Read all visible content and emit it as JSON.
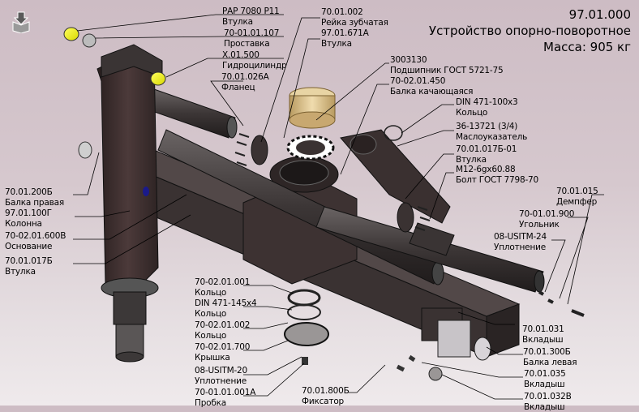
{
  "title_block": {
    "code": "97.01.000",
    "name": "Устройство опорно-поворотное",
    "mass": "Масса: 905 кг"
  },
  "icons": {
    "app": "box-download-icon"
  },
  "labels": [
    {
      "id": "pap7080",
      "code": "РАР 7080 Р11",
      "name": "Втулка"
    },
    {
      "id": "p107",
      "code": "70-01.01.107",
      "name": "Проставка"
    },
    {
      "id": "x01500",
      "code": "Х.01.500",
      "name": "Гидроцилиндр"
    },
    {
      "id": "p026a",
      "code": "70.01.026А",
      "name": "Фланец"
    },
    {
      "id": "p002",
      "code": "70.01.002",
      "name": "Рейка зубчатая"
    },
    {
      "id": "p671a",
      "code": "97.01.671А",
      "name": "Втулка"
    },
    {
      "id": "p3003130",
      "code": "3003130",
      "name": "Подшипник ГОСТ 5721-75"
    },
    {
      "id": "p450",
      "code": "70-02.01.450",
      "name": "Балка качающаяся"
    },
    {
      "id": "din100",
      "code": "DIN 471-100х3",
      "name": "Кольцо"
    },
    {
      "id": "p36",
      "code": "36-13721 (3/4)",
      "name": "Маслоуказатель"
    },
    {
      "id": "p017b01",
      "code": "70.01.017Б-01",
      "name": "Втулка"
    },
    {
      "id": "m12",
      "code": "М12-6gх60.88",
      "name": "Болт ГОСТ 7798-70"
    },
    {
      "id": "p015",
      "code": "70.01.015",
      "name": "Демпфер"
    },
    {
      "id": "p900",
      "code": "70-01.01.900",
      "name": "Угольник"
    },
    {
      "id": "usitm24",
      "code": "08-USITM-24",
      "name": "Уплотнение"
    },
    {
      "id": "p200b",
      "code": "70.01.200Б",
      "name": "Балка правая"
    },
    {
      "id": "p100g",
      "code": "97.01.100Г",
      "name": "Колонна"
    },
    {
      "id": "p600v",
      "code": "70-02.01.600В",
      "name": "Основание"
    },
    {
      "id": "p017b",
      "code": "70.01.017Б",
      "name": "Втулка"
    },
    {
      "id": "p001",
      "code": "70-02.01.001",
      "name": "Кольцо"
    },
    {
      "id": "din145",
      "code": "DIN 471-145х4",
      "name": "Кольцо"
    },
    {
      "id": "p0102",
      "code": "70-02.01.002",
      "name": "Кольцо"
    },
    {
      "id": "p700",
      "code": "70-02.01.700",
      "name": "Крышка"
    },
    {
      "id": "usitm20",
      "code": "08-USITM-20",
      "name": "Уплотнение"
    },
    {
      "id": "p001a",
      "code": "70-01.01.001А",
      "name": "Пробка"
    },
    {
      "id": "p800b",
      "code": "70.01.800Б",
      "name": "Фиксатор"
    },
    {
      "id": "p031",
      "code": "70.01.031",
      "name": "Вкладыш"
    },
    {
      "id": "p300b",
      "code": "70.01.300Б",
      "name": "Балка левая"
    },
    {
      "id": "p035",
      "code": "70.01.035",
      "name": "Вкладыш"
    },
    {
      "id": "p032v",
      "code": "70.01.032В",
      "name": "Вкладыш"
    }
  ],
  "colors": {
    "background_top": "#cdbcc4",
    "background_bottom": "#efeaec",
    "part_dark": "#3e3838",
    "part_brown": "#4a3a3a",
    "bushing_yellow": "#f0f000",
    "bearing_bronze": "#d9c08a",
    "leader_line": "#000000"
  }
}
